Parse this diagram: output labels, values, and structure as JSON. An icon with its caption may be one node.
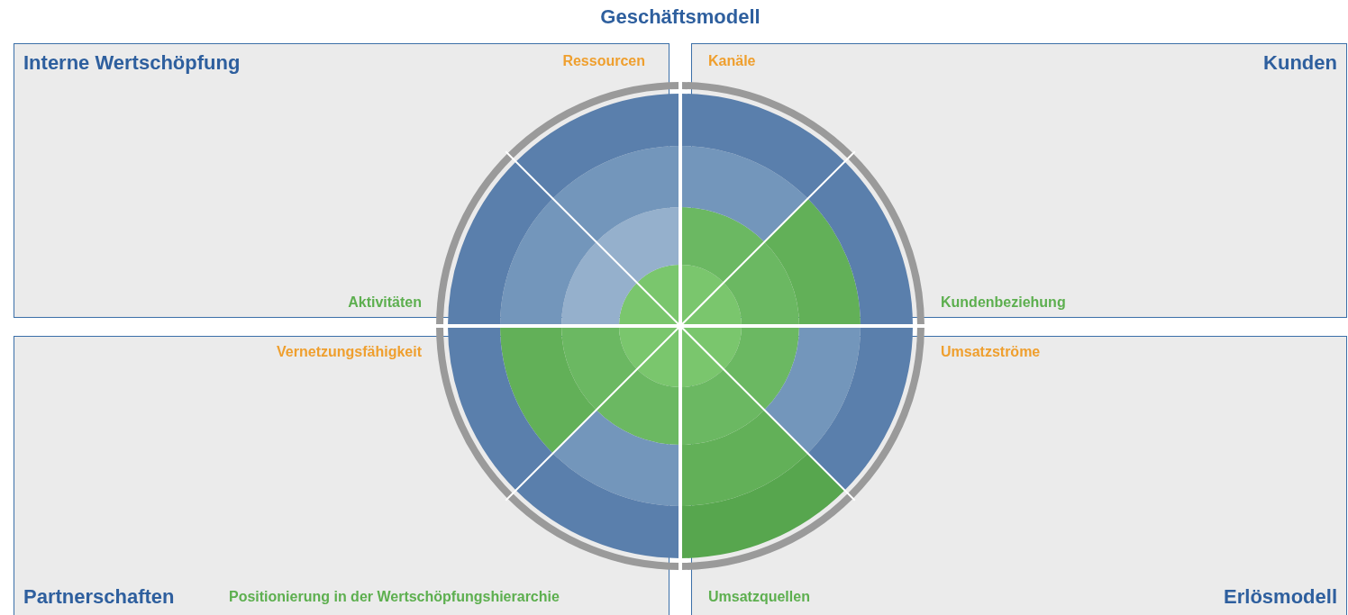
{
  "diagram": {
    "title": "Geschäftsmodell",
    "nodes": [
      {
        "text": [
          "Interne Wertschöpfung",
          "Ressourcen",
          "Aktivitäten"
        ]
      },
      {
        "text": [
          "Kanäle",
          "Kunden",
          "Kundenbeziehung"
        ]
      },
      {
        "text": [
          "Vernetzungsfähigkeit",
          "Partnerschaften",
          "Positionierung in der Wertschöpfungshierarchie"
        ]
      },
      {
        "text": [
          "Umsatzströme",
          "Umsatzquellen",
          "Erlösmodell"
        ]
      }
    ]
  }
}
